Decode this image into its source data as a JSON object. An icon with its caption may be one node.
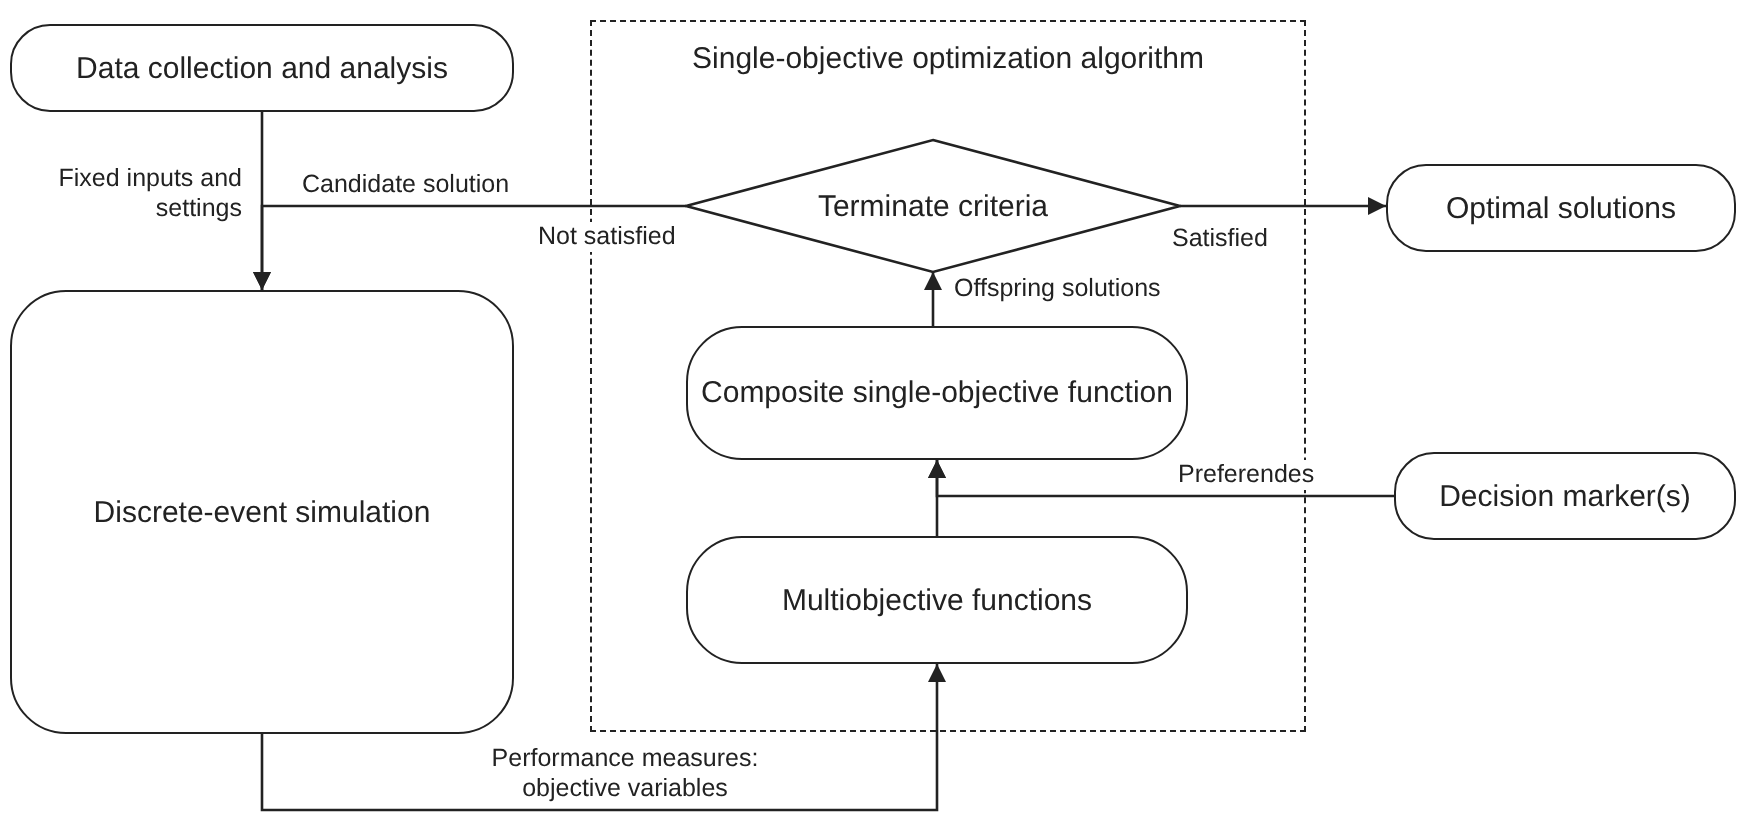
{
  "diagram": {
    "nodes": [
      {
        "text": [
          "Data collection and analysis"
        ]
      },
      {
        "text": [
          "Single-objective optimization algorithm"
        ]
      },
      {
        "text": [
          "Terminate criteria"
        ],
        "in": 1
      },
      {
        "text": [
          "Composite single-objective function"
        ],
        "in": 1
      },
      {
        "text": [
          "Multiobjective functions"
        ],
        "in": 1
      },
      {
        "text": [
          "Discrete-event simulation"
        ]
      },
      {
        "text": [
          "Optimal solutions"
        ]
      },
      {
        "text": [
          "Decision marker(s)"
        ]
      }
    ],
    "edges": [
      {
        "from": 0,
        "to": 5,
        "arrow": "to",
        "label": "Fixed inputs and settings"
      },
      {
        "from": 2,
        "to": 5,
        "arrow": "to",
        "label": "Candidate solution"
      },
      {
        "from": 2,
        "to": 6,
        "arrow": "to",
        "label": "Satisfied"
      },
      {
        "from": 3,
        "to": 2,
        "arrow": "to",
        "label": "Offspring solutions"
      },
      {
        "from": 4,
        "to": 3,
        "arrow": "to"
      },
      {
        "from": 7,
        "to": 3,
        "arrow": "to",
        "label": "Preferendes"
      },
      {
        "from": 5,
        "to": 4,
        "arrow": "to",
        "label": "Performance measures: objective variables"
      }
    ],
    "labels": [
      "Not satisfied"
    ]
  }
}
